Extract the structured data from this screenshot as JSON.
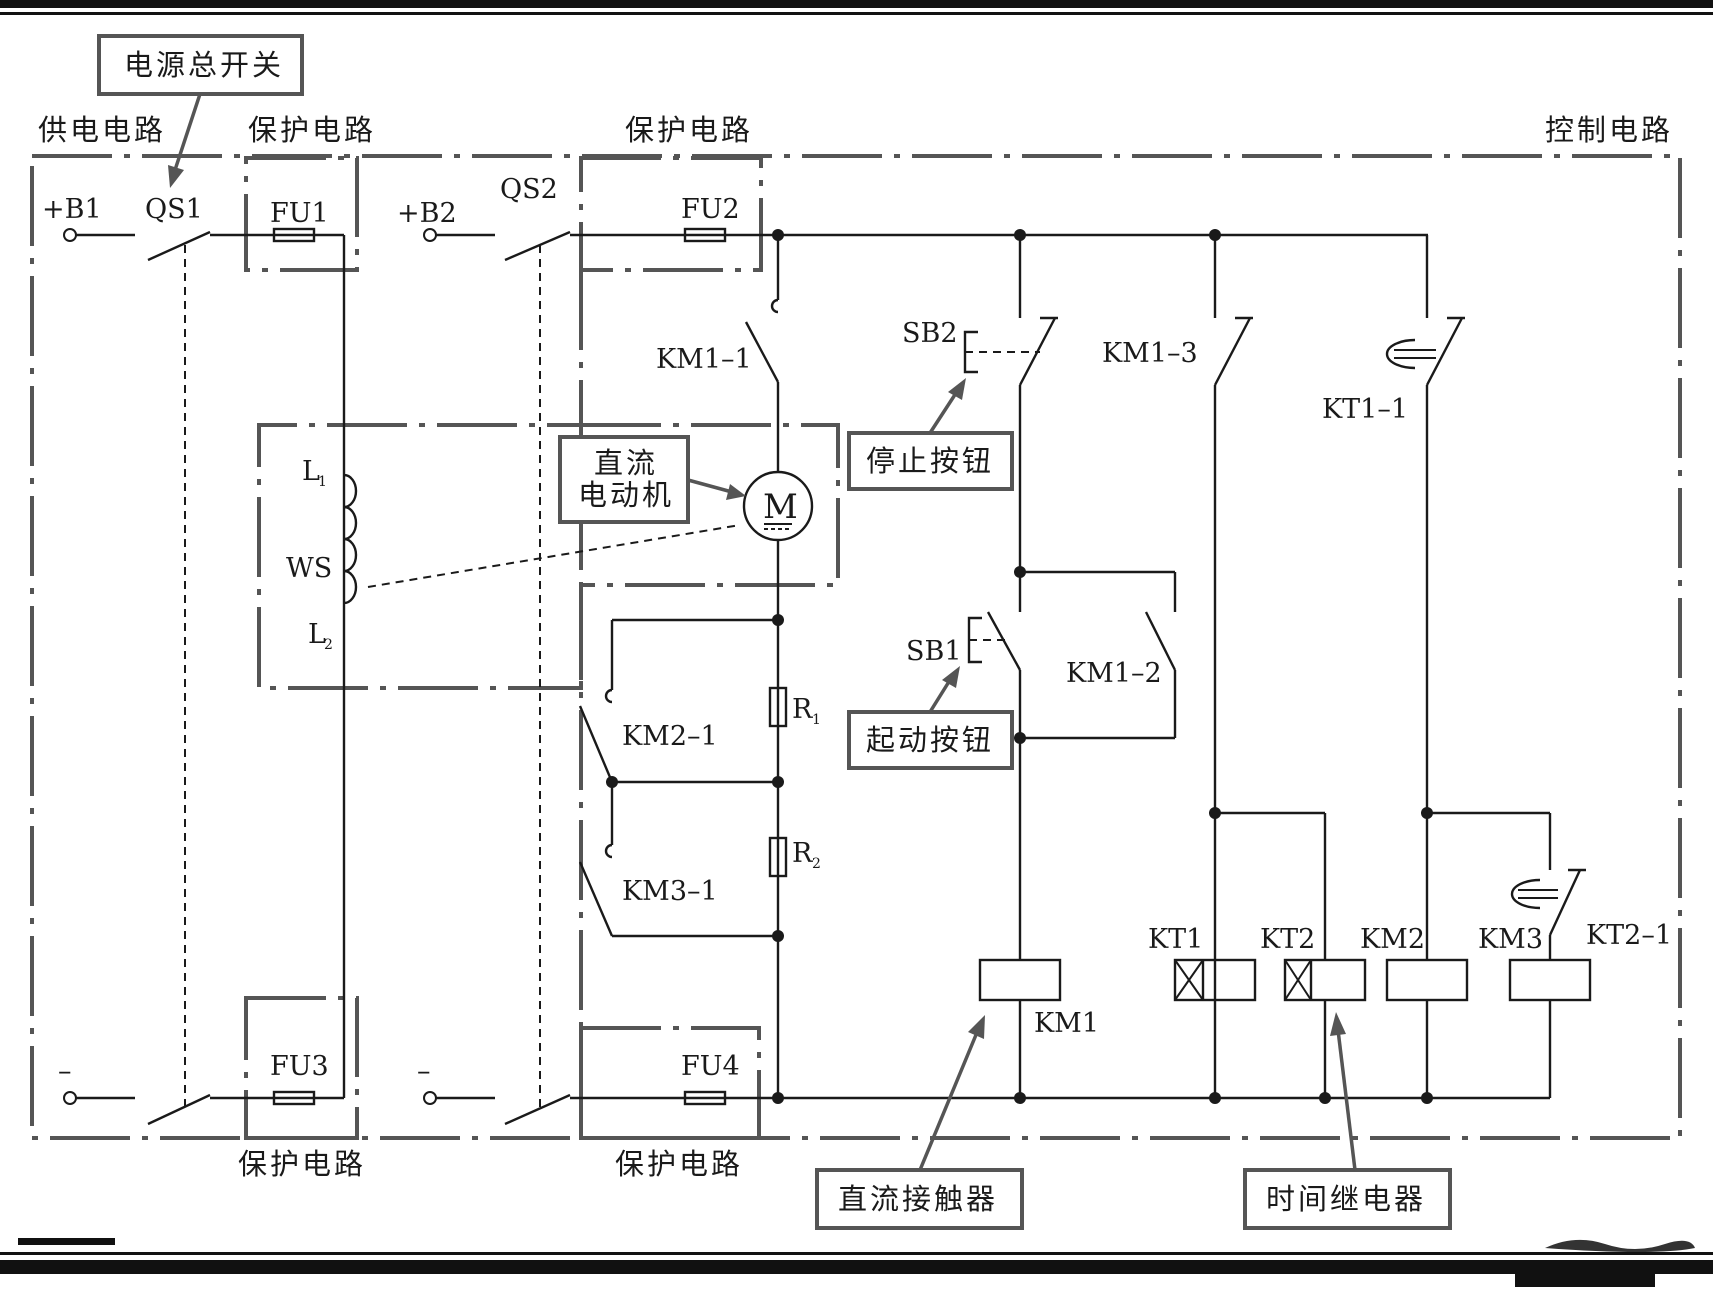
{
  "sections": {
    "supply": "供电电路",
    "protect_top_left": "保护电路",
    "protect_top_mid": "保护电路",
    "control": "控制电路",
    "protect_bottom_left": "保护电路",
    "protect_bottom_mid": "保护电路"
  },
  "callouts": {
    "main_switch": "电源总开关",
    "dc_motor_1": "直流",
    "dc_motor_2": "电动机",
    "stop_button": "停止按钮",
    "start_button": "起动按钮",
    "dc_contactor": "直流接触器",
    "time_relay": "时间继电器"
  },
  "components": {
    "b1": "+B1",
    "b2": "+B2",
    "qs1": "QS1",
    "qs2": "QS2",
    "fu1": "FU1",
    "fu2": "FU2",
    "fu3": "FU3",
    "fu4": "FU4",
    "neg1": "–",
    "neg2": "–",
    "l1_main": "L",
    "l1_sub": "1",
    "ws": "WS",
    "l2_main": "L",
    "l2_sub": "2",
    "motor": "M",
    "km1_1": "KM1–1",
    "km1_2": "KM1–2",
    "km1_3": "KM1–3",
    "km2_1": "KM2–1",
    "km3_1": "KM3–1",
    "r1_main": "R",
    "r1_sub": "1",
    "r2_main": "R",
    "r2_sub": "2",
    "sb1": "SB1",
    "sb2": "SB2",
    "kt1_1": "KT1–1",
    "kt2_1": "KT2–1",
    "kt1": "KT1",
    "kt2": "KT2",
    "km1": "KM1",
    "km2": "KM2",
    "km3": "KM3"
  }
}
